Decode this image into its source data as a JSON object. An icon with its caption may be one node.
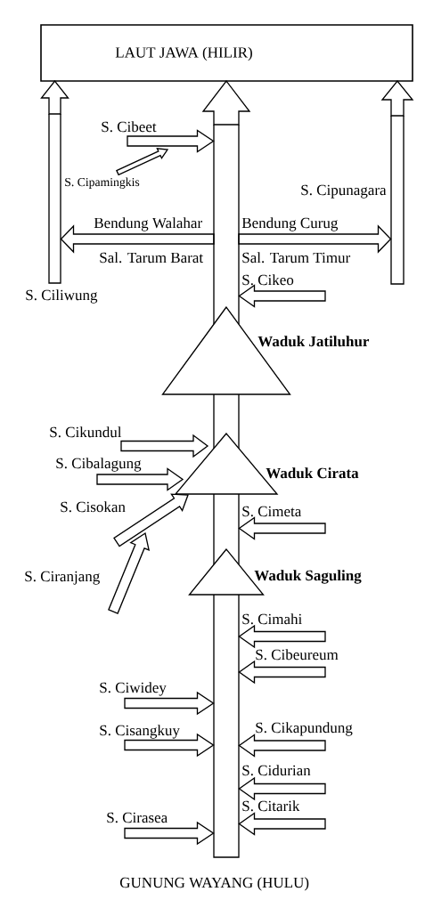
{
  "diagram": {
    "nodes": [
      {
        "text": [
          "LAUT JAWA (HILIR)"
        ]
      },
      {
        "text": [],
        "shape": "bar",
        "beside": [
          "S. Ciliwung"
        ]
      },
      {
        "text": [],
        "shape": "bar"
      },
      {
        "text": [],
        "shape": "bar",
        "beside": [
          "S. Cipunagara"
        ]
      },
      {
        "text": [
          "S. Cibeet"
        ]
      },
      {
        "text": [
          "S. Cipamingkis"
        ]
      },
      {
        "text": [
          "S. Cikeo"
        ]
      },
      {
        "text": [
          "Waduk Jatiluhur"
        ]
      },
      {
        "text": [],
        "shape": "bar"
      },
      {
        "text": [
          "S. Cikundul"
        ]
      },
      {
        "text": [
          "Waduk Cirata"
        ]
      },
      {
        "text": [
          "S. Cibalagung"
        ]
      },
      {
        "text": [],
        "shape": "bar"
      },
      {
        "text": [
          "S. Cisokan"
        ]
      },
      {
        "text": [
          "S. Cimeta"
        ]
      },
      {
        "text": [
          "Waduk Saguling"
        ]
      },
      {
        "text": [
          "S. Ciranjang"
        ]
      },
      {
        "text": [],
        "shape": "bar",
        "beside": [
          "GUNUNG WAYANG (HULU)"
        ]
      },
      {
        "text": [
          "S. Cimahi"
        ]
      },
      {
        "text": [
          "S. Cibeureum"
        ]
      },
      {
        "text": [
          "S. Ciwidey"
        ]
      },
      {
        "text": [
          "S. Cisangkuy"
        ]
      },
      {
        "text": [
          "S. Cikapundung"
        ]
      },
      {
        "text": [
          "S. Cidurian"
        ]
      },
      {
        "text": [
          "S. Citarik"
        ]
      },
      {
        "text": [
          "S. Cirasea"
        ]
      }
    ],
    "edges": [
      {
        "from": 2,
        "to": 0,
        "arrow": "to"
      },
      {
        "from": 1,
        "to": 0,
        "arrow": "to"
      },
      {
        "from": 3,
        "to": 0,
        "arrow": "to"
      },
      {
        "from": 4,
        "to": 2,
        "arrow": "to"
      },
      {
        "from": 5,
        "to": null,
        "arrow": "to"
      },
      {
        "from": 2,
        "to": 1,
        "arrow": "to",
        "label": "Sal. Tarum Barat"
      },
      {
        "from": 2,
        "to": 3,
        "arrow": "to",
        "label": "Sal. Tarum Timur"
      },
      {
        "from": 6,
        "to": 2,
        "arrow": "to"
      },
      {
        "from": 9,
        "to": 10,
        "arrow": "to"
      },
      {
        "from": 11,
        "to": 10,
        "arrow": "to"
      },
      {
        "from": 13,
        "to": 10,
        "arrow": "to"
      },
      {
        "from": 14,
        "to": 12,
        "arrow": "to"
      },
      {
        "from": 16,
        "to": null,
        "arrow": "to"
      },
      {
        "from": 18,
        "to": 17,
        "arrow": "to"
      },
      {
        "from": 19,
        "to": 17,
        "arrow": "to"
      },
      {
        "from": 20,
        "to": 17,
        "arrow": "to"
      },
      {
        "from": 21,
        "to": 17,
        "arrow": "to"
      },
      {
        "from": 22,
        "to": 17,
        "arrow": "to"
      },
      {
        "from": 23,
        "to": 17,
        "arrow": "to"
      },
      {
        "from": 24,
        "to": 17,
        "arrow": "to"
      },
      {
        "from": 25,
        "to": 17,
        "arrow": "to"
      }
    ],
    "labels": [
      "Bendung Walahar",
      "Bendung Curug"
    ]
  }
}
